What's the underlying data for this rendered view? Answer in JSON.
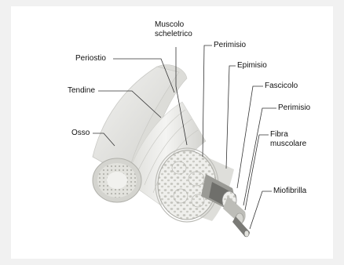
{
  "labels": {
    "muscolo_scheletrico": "Muscolo\nscheletrico",
    "perimisio_top": "Perimisio",
    "periostio": "Periostio",
    "epimisio": "Epimisio",
    "tendine": "Tendine",
    "fascicolo": "Fascicolo",
    "perimisio_right": "Perimisio",
    "osso": "Osso",
    "fibra_muscolare": "Fibra\nmuscolare",
    "miofibrilla": "Miofibrilla"
  },
  "colors": {
    "background": "#f1f1f1",
    "panel": "#ffffff",
    "line": "#333333",
    "bone": "#d8d8d4",
    "bone_inner": "#b9b9b4",
    "muscle": "#e6e6e2",
    "muscle_cells": "#bdbdb7"
  }
}
